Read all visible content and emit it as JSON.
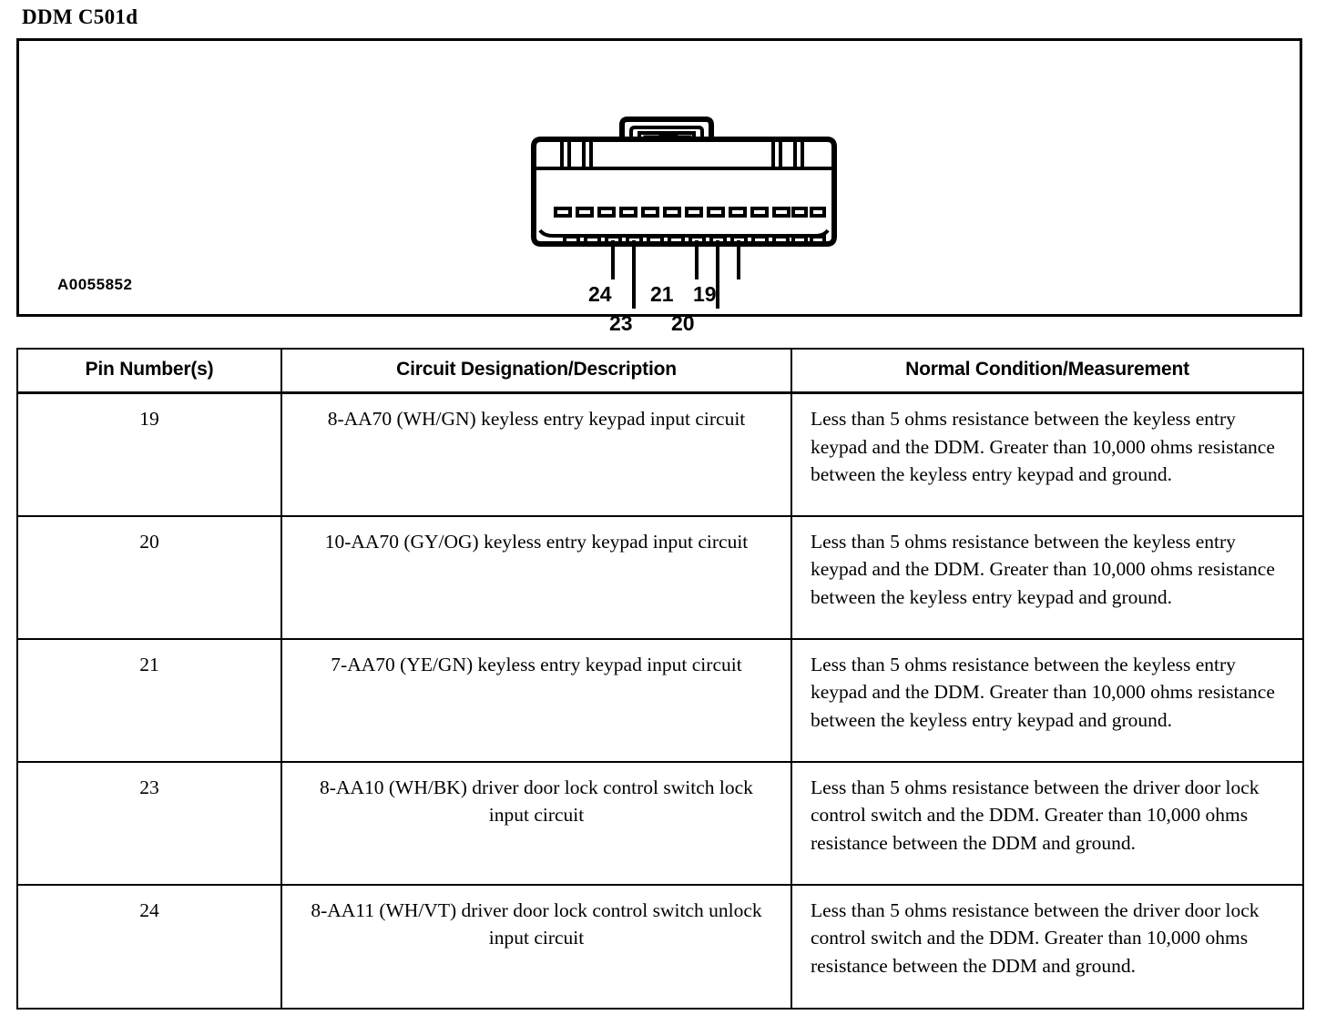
{
  "document": {
    "title": "DDM C501d"
  },
  "diagram": {
    "caption": "A0055852",
    "connector_type": "26-way rectangular connector face view",
    "top_row_cavity_count": 13,
    "bottom_row_cavity_count": 13,
    "callouts": [
      {
        "label": "24",
        "cavity_index": 3,
        "tier": "upper"
      },
      {
        "label": "23",
        "cavity_index": 4,
        "tier": "lower"
      },
      {
        "label": "21",
        "cavity_index": 7,
        "tier": "upper"
      },
      {
        "label": "20",
        "cavity_index": 8,
        "tier": "lower"
      },
      {
        "label": "19",
        "cavity_index": 9,
        "tier": "upper"
      }
    ]
  },
  "table": {
    "headers": [
      "Pin Number(s)",
      "Circuit Designation/Description",
      "Normal Condition/Measurement"
    ],
    "rows": [
      {
        "pin": "19",
        "description": "8-AA70 (WH/GN) keyless entry keypad input circuit",
        "measurement": "Less than 5 ohms resistance between the keyless entry keypad and the DDM. Greater than 10,000 ohms resistance between the keyless entry keypad and ground."
      },
      {
        "pin": "20",
        "description": "10-AA70 (GY/OG) keyless entry keypad input circuit",
        "measurement": "Less than 5 ohms resistance between the keyless entry keypad and the DDM. Greater than 10,000 ohms resistance between the keyless entry keypad and ground."
      },
      {
        "pin": "21",
        "description": "7-AA70 (YE/GN) keyless entry keypad input circuit",
        "measurement": "Less than 5 ohms resistance between the keyless entry keypad and the DDM. Greater than 10,000 ohms resistance between the keyless entry keypad and ground."
      },
      {
        "pin": "23",
        "description": "8-AA10 (WH/BK) driver door lock control switch lock input circuit",
        "measurement": "Less than 5 ohms resistance between the driver door lock control switch and the DDM. Greater than 10,000 ohms resistance between the DDM and ground."
      },
      {
        "pin": "24",
        "description": "8-AA11 (WH/VT) driver door lock control switch unlock input circuit",
        "measurement": "Less than 5 ohms resistance between the driver door lock control switch and the DDM. Greater than 10,000 ohms resistance between the DDM and ground."
      }
    ]
  },
  "colors": {
    "ink": "#000000",
    "paper": "#ffffff"
  }
}
